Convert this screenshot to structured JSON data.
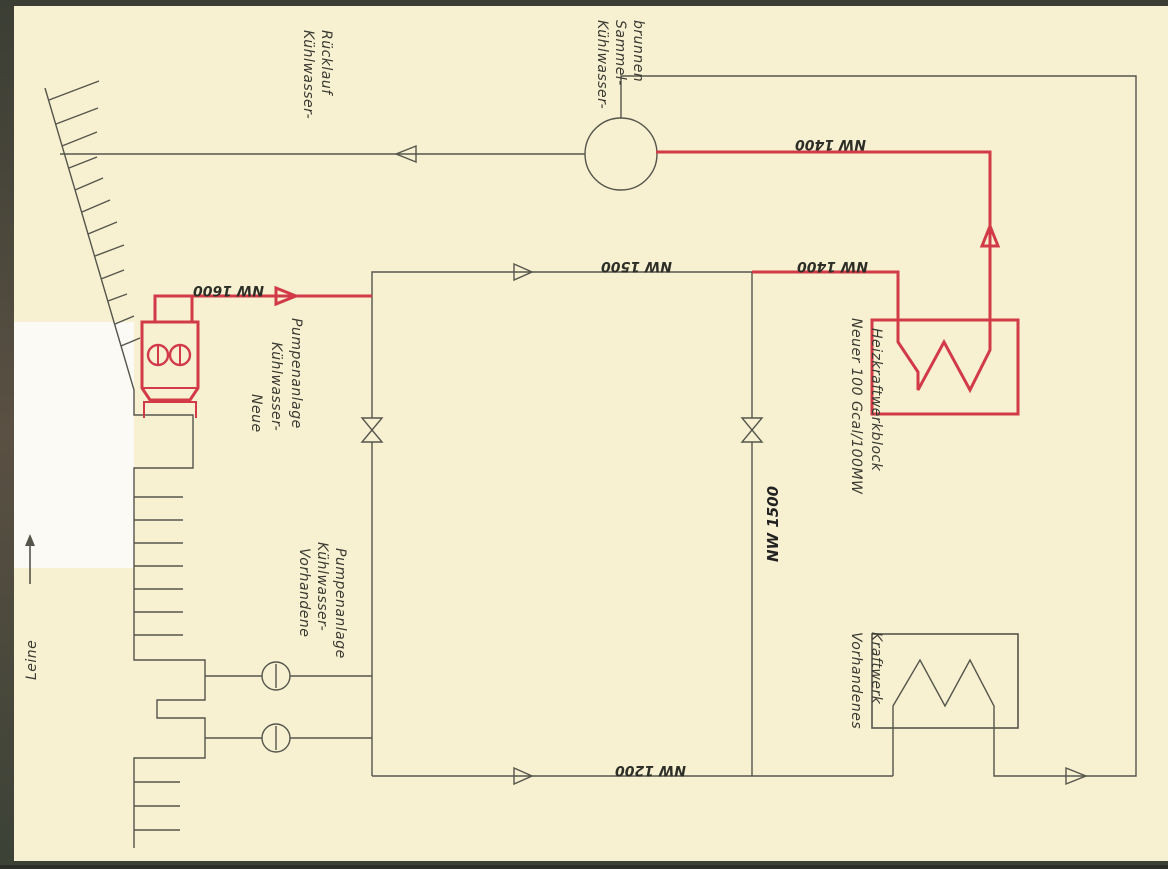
{
  "labels": {
    "river": "Leine",
    "return_line": [
      "Kühlwasser-",
      "Rücklauf"
    ],
    "collector": [
      "Kühlwasser-",
      "Sammel-",
      "brunnen"
    ],
    "new_pump": [
      "Neue",
      "Kühlwasser-",
      "Pumpenanlage"
    ],
    "old_pump": [
      "Vorhandene",
      "Kühlwasser-",
      "Pumpenanlage"
    ],
    "new_block": [
      "Neuer 100 Gcal/100MW",
      "Heizkraftwerkblock"
    ],
    "old_plant": [
      "Vorhandenes",
      "Kraftwerk"
    ]
  },
  "pipe_sizes": {
    "collector_to_block": "NW 1400",
    "top_feed": "NW 1500",
    "block_feed": "NW 1400",
    "pump_out": "NW 1600",
    "bottom_feed": "NW 1200",
    "vertical": "NW 1500"
  },
  "colors": {
    "paper": "#f7f1d2",
    "line": "#55554c",
    "new_pipe": "#d23a48",
    "aerial_bg": "#4a4d3f"
  }
}
